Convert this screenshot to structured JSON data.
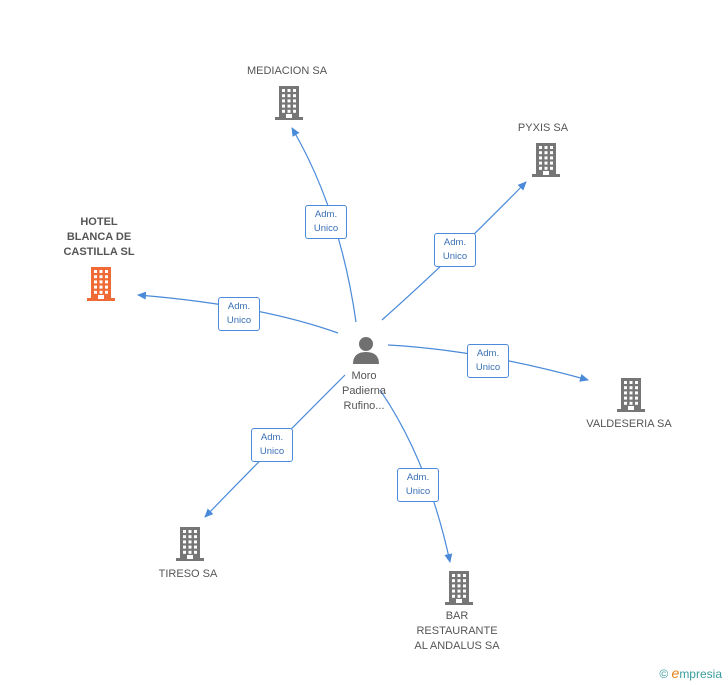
{
  "colors": {
    "edge": "#4a8ad9",
    "building": "#767676",
    "building_highlight": "#f06a35",
    "person": "#707070"
  },
  "center": {
    "name_lines": [
      "Moro",
      "Padierna",
      "Rufino..."
    ],
    "icon": "person-icon"
  },
  "nodes": [
    {
      "id": "mediacion",
      "label_lines": [
        "MEDIACION SA"
      ],
      "icon": "building-icon",
      "highlight": false,
      "role_lines": [
        "Adm.",
        "Unico"
      ]
    },
    {
      "id": "pyxis",
      "label_lines": [
        "PYXIS SA"
      ],
      "icon": "building-icon",
      "highlight": false,
      "role_lines": [
        "Adm.",
        "Unico"
      ]
    },
    {
      "id": "hotel",
      "label_lines": [
        "HOTEL",
        "BLANCA DE",
        "CASTILLA SL"
      ],
      "icon": "building-icon",
      "highlight": true,
      "role_lines": [
        "Adm.",
        "Unico"
      ]
    },
    {
      "id": "valdeseria",
      "label_lines": [
        "VALDESERIA SA"
      ],
      "icon": "building-icon",
      "highlight": false,
      "role_lines": [
        "Adm.",
        "Unico"
      ]
    },
    {
      "id": "tireso",
      "label_lines": [
        "TIRESO SA"
      ],
      "icon": "building-icon",
      "highlight": false,
      "role_lines": [
        "Adm.",
        "Unico"
      ]
    },
    {
      "id": "bar",
      "label_lines": [
        "BAR",
        "RESTAURANTE",
        "AL ANDALUS SA"
      ],
      "icon": "building-icon",
      "highlight": false,
      "role_lines": [
        "Adm.",
        "Unico"
      ]
    }
  ],
  "brand": {
    "copyright": "©",
    "e": "e",
    "name": "mpresia"
  }
}
